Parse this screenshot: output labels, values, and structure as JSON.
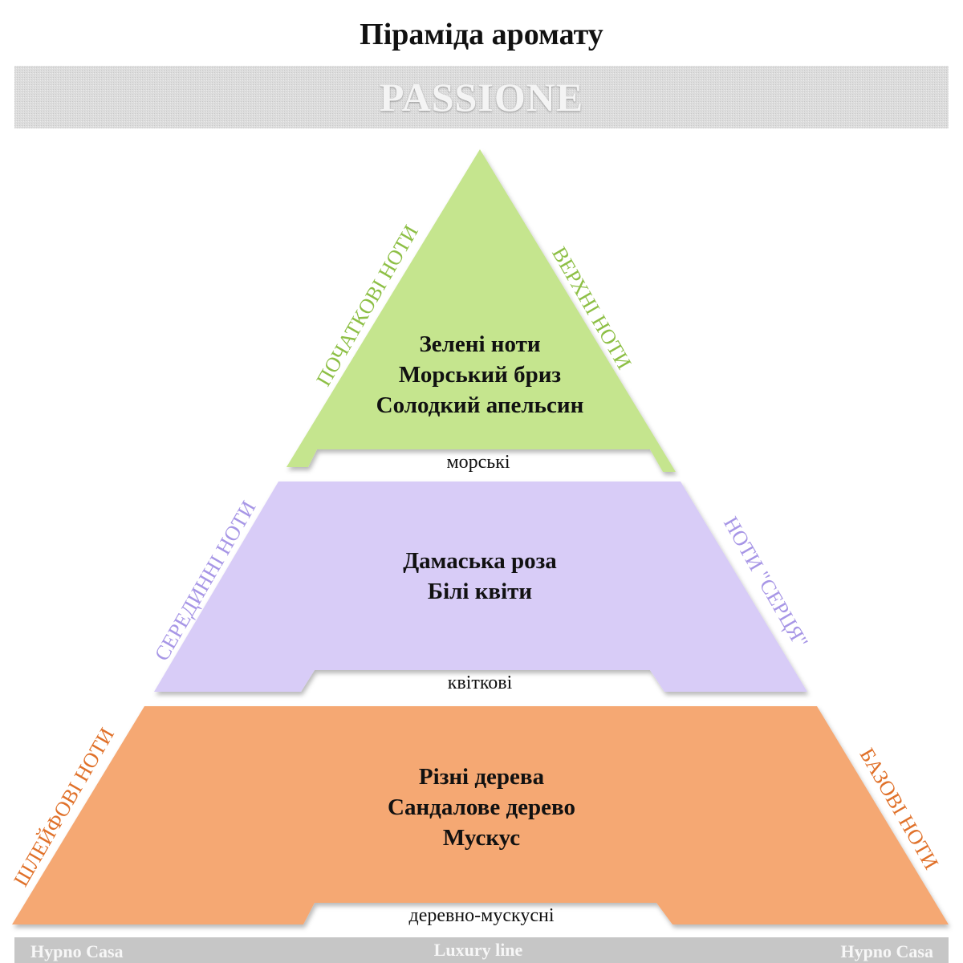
{
  "title": "Піраміда аромату",
  "banner": {
    "text": "PASSIONE"
  },
  "tiers": [
    {
      "id": "top",
      "color": "#c5e58e",
      "notes": [
        "Зелені ноти",
        "Морський бриз",
        "Солодкий апельсин"
      ],
      "left_label": "ПОЧАТКОВІ НОТИ",
      "right_label": "ВЕРХНІ НОТИ",
      "label_color": "#8dbf45",
      "family": "морські"
    },
    {
      "id": "middle",
      "color": "#d8ccf7",
      "notes": [
        "Дамаська роза",
        "Білі квіти"
      ],
      "left_label": "СЕРЕДИННІ НОТИ",
      "right_label": "НОТИ \"СЕРЦЯ\"",
      "label_color": "#a796e6",
      "family": "квіткові"
    },
    {
      "id": "base",
      "color": "#f5a873",
      "notes": [
        "Різні дерева",
        "Сандалове дерево",
        "Мускус"
      ],
      "left_label": "ШЛЕЙФОВІ НОТИ",
      "right_label": "БАЗОВІ НОТИ",
      "label_color": "#e0712a",
      "family": "деревно-мускусні"
    }
  ],
  "footer": {
    "left": "Hypno Casa",
    "center": "Luxury line",
    "right": "Hypno Casa"
  }
}
